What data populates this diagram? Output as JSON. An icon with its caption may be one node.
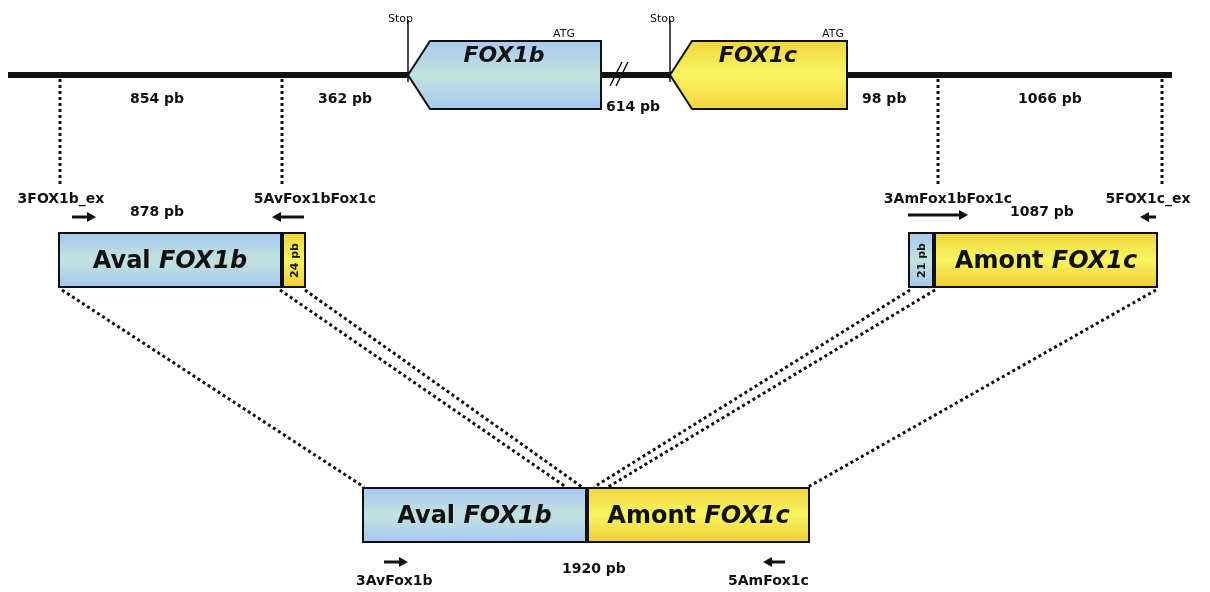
{
  "diagram": {
    "nodes": [
      {
        "text": [
          "FOX1b"
        ]
      },
      {
        "text": [
          "FOX1c"
        ]
      },
      {
        "text": [
          "Aval *FOX1b*"
        ]
      },
      {
        "text": [
          "24 pb"
        ]
      },
      {
        "text": [
          "21 pb"
        ]
      },
      {
        "text": [
          "Amont *FOX1c*"
        ]
      },
      {
        "text": [
          "Aval *FOX1b*"
        ]
      },
      {
        "text": [
          "Amont *FOX1c*"
        ]
      },
      {
        "text": [],
        "shape": "bar"
      },
      {
        "text": [
          "3FOX1b_ex"
        ]
      },
      {
        "text": [
          "5AvFox1bFox1c"
        ]
      },
      {
        "text": [
          "3AmFox1bFox1c"
        ]
      },
      {
        "text": [
          "5FOX1c_ex"
        ]
      }
    ],
    "edges": [
      {
        "from": 9,
        "to": 8,
        "arrow": "none",
        "style": "dashed"
      },
      {
        "from": 10,
        "to": 8,
        "arrow": "none",
        "style": "dashed"
      },
      {
        "from": 11,
        "to": 8,
        "arrow": "none",
        "style": "dashed"
      },
      {
        "from": 12,
        "to": 8,
        "arrow": "none",
        "style": "dashed"
      },
      {
        "from": 2,
        "to": 6,
        "arrow": "none",
        "style": "dashed"
      },
      {
        "from": 2,
        "to": 6,
        "arrow": "none",
        "style": "dashed"
      },
      {
        "from": 3,
        "to": 6,
        "arrow": "none",
        "style": "dashed"
      },
      {
        "from": 4,
        "to": 7,
        "arrow": "none",
        "style": "dashed"
      },
      {
        "from": 5,
        "to": 7,
        "arrow": "none",
        "style": "dashed"
      },
      {
        "from": 5,
        "to": 7,
        "arrow": "none",
        "style": "dashed"
      }
    ],
    "labels": [
      "Stop",
      "ATG",
      "Stop",
      "ATG",
      "854 pb",
      "362 pb",
      "614 pb",
      "98 pb",
      "1066 pb",
      "878 pb",
      "1087 pb",
      "1920 pb",
      "3AvFox1b",
      "5AmFox1c"
    ]
  }
}
